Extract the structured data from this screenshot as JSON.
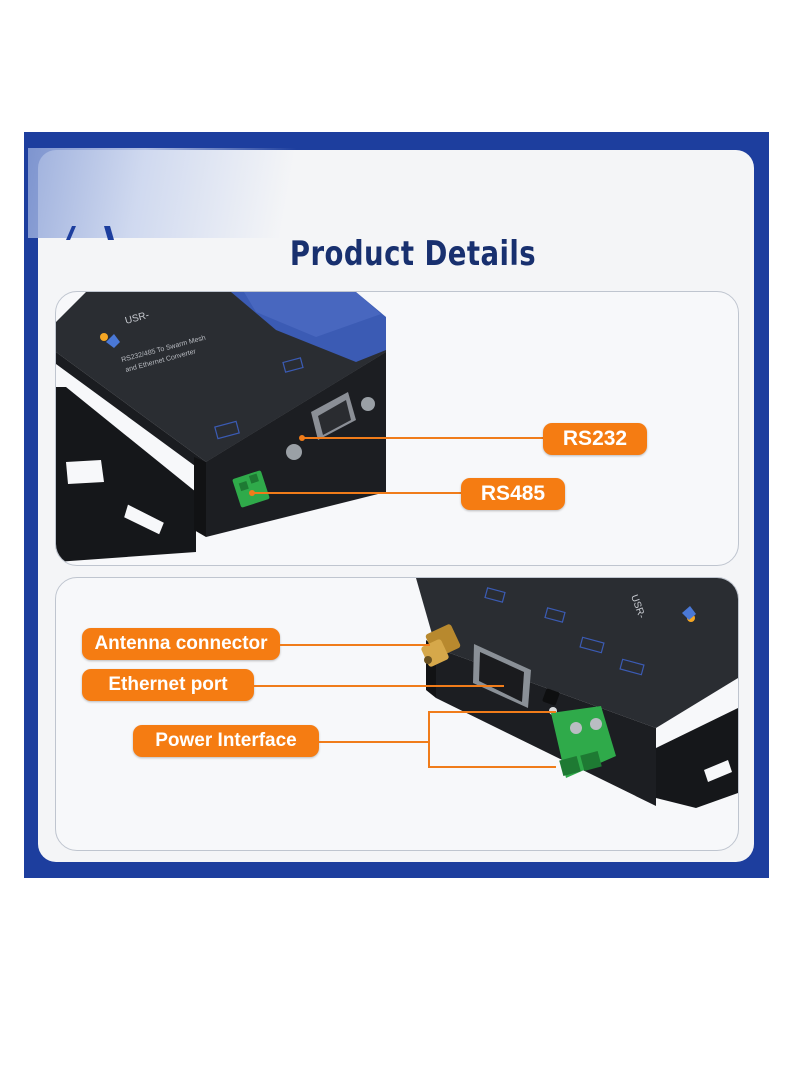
{
  "page": {
    "title": "Product Details"
  },
  "device": {
    "model_prefix": "USR-",
    "model_label": "USR-",
    "description_line1": "RS232/485 To Swarm Mesh",
    "description_line2": "and Ethernet Converter"
  },
  "callouts": {
    "rs232": "RS232",
    "rs485": "RS485",
    "antenna": "Antenna connector",
    "ethernet": "Ethernet port",
    "power": "Power Interface"
  },
  "colors": {
    "frame": "#1d3e9e",
    "title": "#18306f",
    "callout": "#f57c12",
    "device_body": "#1f2226",
    "terminal_green": "#2faa4a"
  }
}
